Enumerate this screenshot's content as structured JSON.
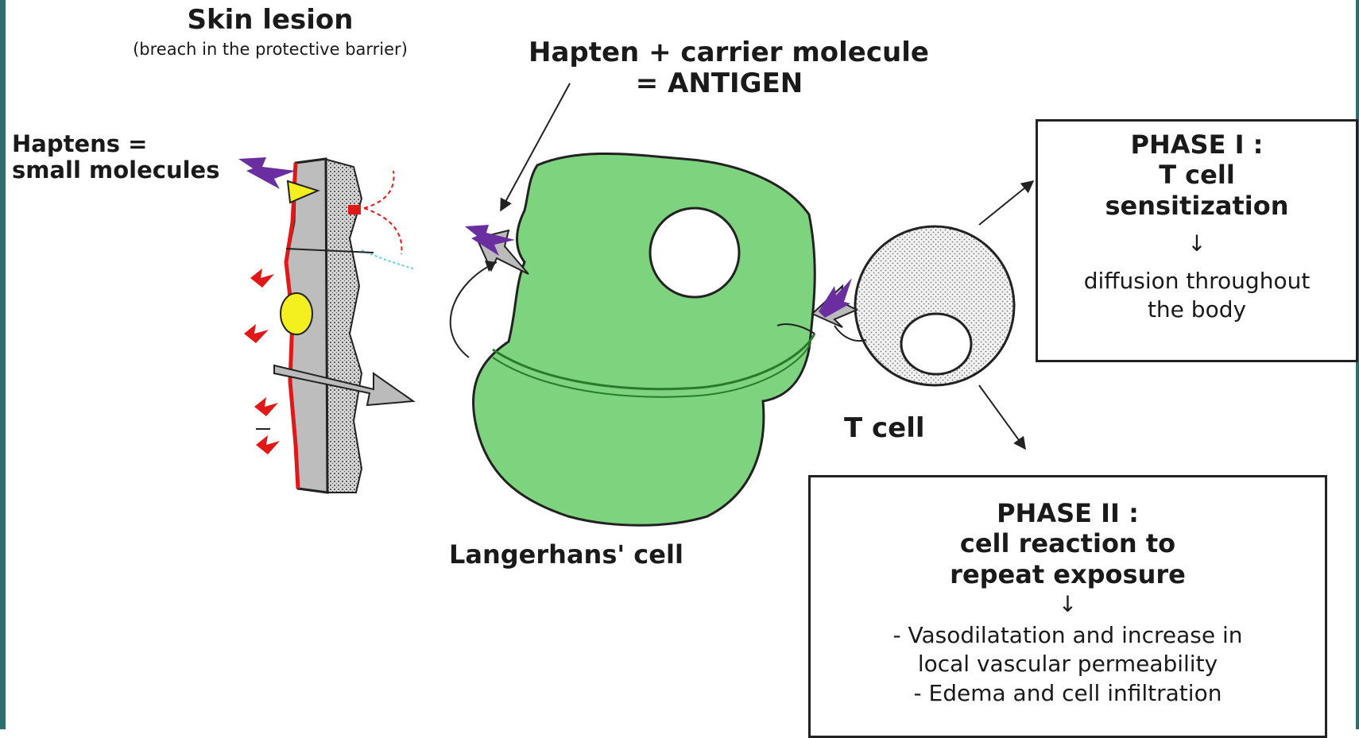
{
  "labels": {
    "skin_lesion": "Skin lesion",
    "skin_lesion_sub": "(breach in the protective barrier)",
    "haptens_line1": "Haptens =",
    "haptens_line2": "small molecules",
    "antigen_line1": "Hapten + carrier molecule",
    "antigen_line2": "= ANTIGEN",
    "langerhans": "Langerhans' cell",
    "tcell": "T cell"
  },
  "phase1": {
    "title_line1": "PHASE I :",
    "title_line2": "T cell",
    "title_line3": "sensitization",
    "arrow": "↓",
    "text_line1": "diffusion throughout",
    "text_line2": "the body"
  },
  "phase2": {
    "title_line1": "PHASE II :",
    "title_line2": "cell reaction to",
    "title_line3": "repeat exposure",
    "arrow": "↓",
    "text_line1": "- Vasodilatation and increase in",
    "text_line2": "local vascular permeability",
    "text_line3": "- Edema and cell infiltration"
  },
  "colors": {
    "langerhans_cell": "#7ed47e",
    "tcell": "#dcdcdc",
    "hapten": "#6a2ea0",
    "lesion_red": "#e01818",
    "yellow": "#f4f020",
    "frame": "#2e6e6e"
  }
}
